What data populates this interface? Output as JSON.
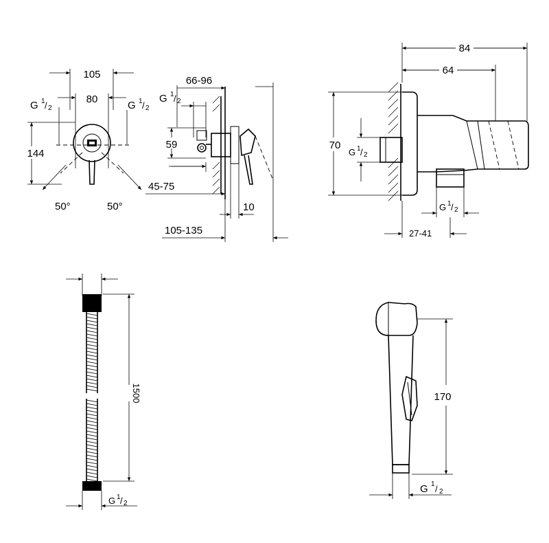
{
  "colors": {
    "line": "#000000",
    "background": "#ffffff"
  },
  "mixer": {
    "width_outer": "105",
    "width_inner": "80",
    "height": "144",
    "angle_left": "50°",
    "angle_right": "50°",
    "thread_left": {
      "g": "G",
      "num": "1",
      "den": "2"
    },
    "thread_right": {
      "g": "G",
      "num": "1",
      "den": "2"
    }
  },
  "mixer_side": {
    "depth_top": "66-96",
    "height_inner": "59",
    "depth_mid": "45-75",
    "offset": "10",
    "depth_bottom": "105-135",
    "thread": {
      "g": "G",
      "num": "1",
      "den": "2"
    }
  },
  "wall_outlet": {
    "width_total": "84",
    "width_partial": "64",
    "height": "70",
    "depth": "27-41",
    "thread_inlet": {
      "g": "G",
      "num": "1",
      "den": "2"
    },
    "thread_outlet": {
      "g": "G",
      "num": "1",
      "den": "2"
    }
  },
  "hose": {
    "length": "1500",
    "thread": {
      "g": "G",
      "num": "1",
      "den": "2"
    }
  },
  "hand_shower": {
    "height": "170",
    "thread": {
      "g": "G",
      "num": "1",
      "den": "2"
    }
  }
}
